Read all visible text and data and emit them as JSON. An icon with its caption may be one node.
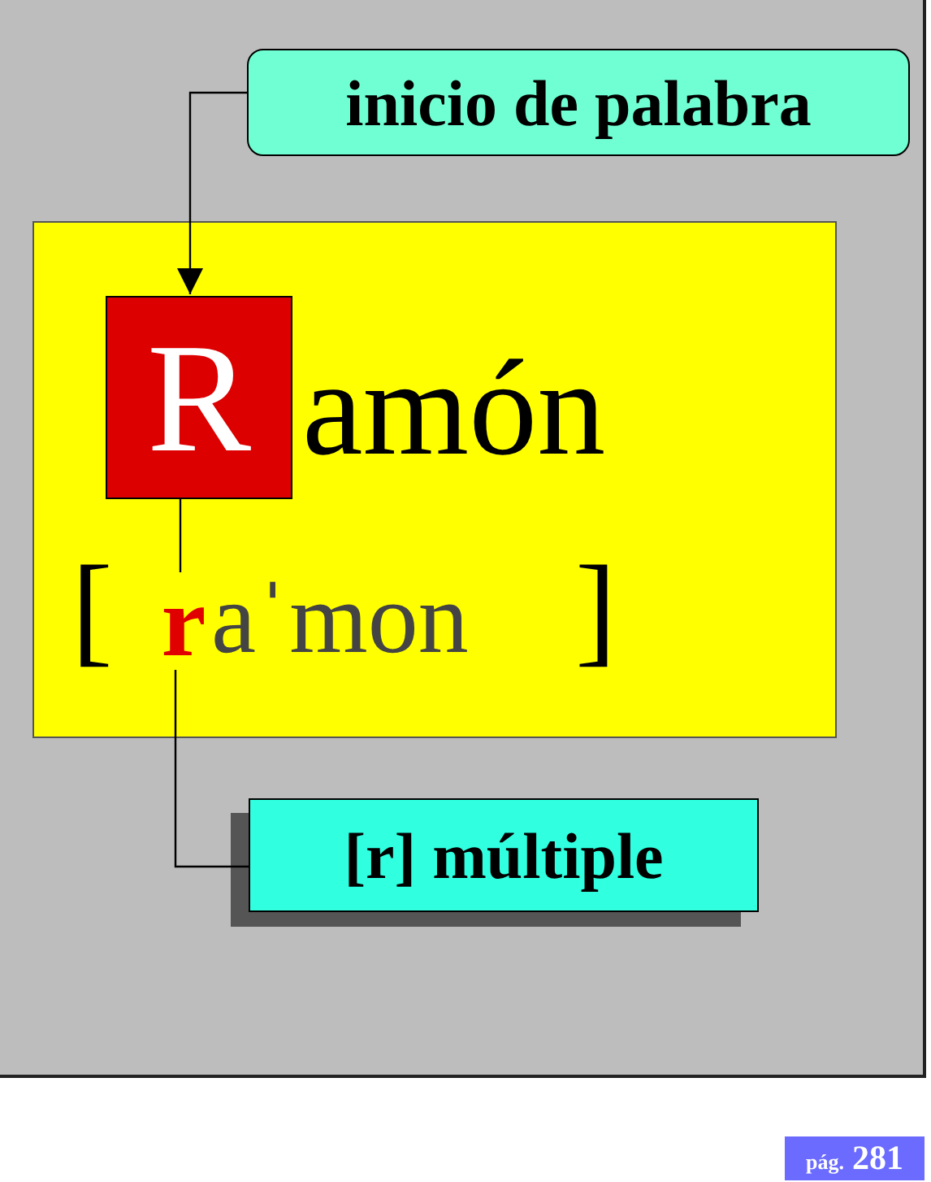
{
  "diagram": {
    "nodes": [
      {
        "text": [
          "inicio de palabra"
        ]
      },
      {
        "text": [],
        "shape": "box"
      },
      {
        "text": [
          "R"
        ],
        "in": 1
      },
      {
        "text": [
          "r"
        ],
        "in": 1
      },
      {
        "text": [
          "[r] múltiple"
        ]
      }
    ],
    "edges": [
      {
        "from": 0,
        "to": 2,
        "arrow": "to"
      },
      {
        "from": 2,
        "to": 3,
        "arrow": "none"
      },
      {
        "from": 3,
        "to": 4,
        "arrow": "none"
      }
    ],
    "labels": [
      "amón",
      "[",
      "aˈmon",
      "]",
      "pág.",
      "281"
    ]
  }
}
